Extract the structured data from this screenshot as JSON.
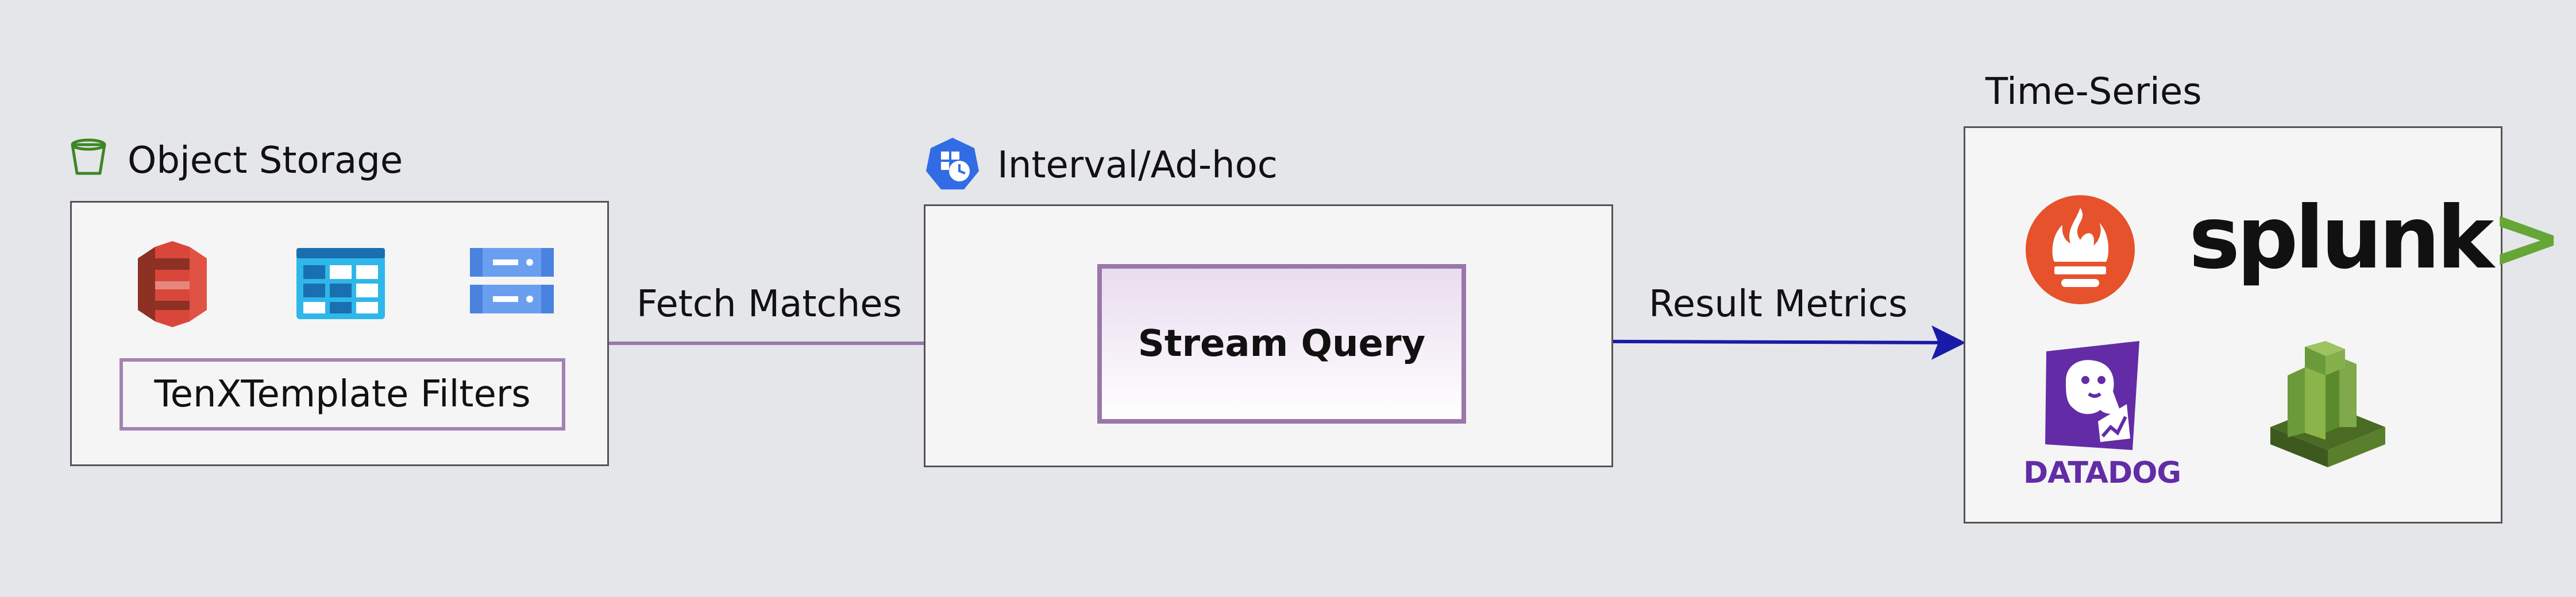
{
  "object_storage": {
    "title": "Object Storage",
    "filters_label": "TenXTemplate Filters",
    "icons": [
      "bucket-icon",
      "amazon-s3-icon",
      "azure-blob-storage-icon",
      "google-cloud-storage-icon"
    ]
  },
  "interval": {
    "title": "Interval/Ad-hoc",
    "icon": "kubernetes-cronjob-icon",
    "stream_query_label": "Stream Query"
  },
  "edges": {
    "fetch_label": "Fetch Matches",
    "result_label": "Result Metrics"
  },
  "time_series": {
    "title": "Time-Series",
    "splunk_text": "splunk",
    "splunk_chevron": ">",
    "datadog_text": "DATADOG",
    "icons": [
      "prometheus-icon",
      "splunk-logo",
      "datadog-logo",
      "amazon-cloudwatch-icon"
    ]
  },
  "colors": {
    "background": "#e5e6ea",
    "accent_purple": "#9a76aa",
    "result_arrow": "#1a1aa8",
    "s3_red": "#d9473a",
    "azure_blue": "#2fb7ea",
    "gcs_blue": "#6a9ff0",
    "prometheus": "#e6522c",
    "splunk_green": "#65a637",
    "datadog_purple": "#632ca6",
    "cloudwatch_green": "#6b9a3a"
  }
}
